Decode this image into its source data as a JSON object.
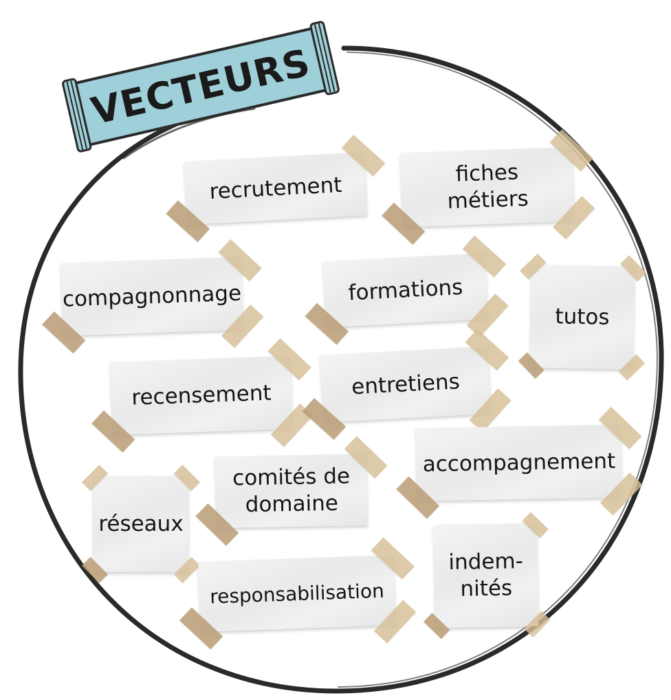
{
  "title": "VECTEURS",
  "notes": [
    {
      "id": "recrutement",
      "text": "recrutement"
    },
    {
      "id": "fiches-metiers",
      "text": "fiches\nmétiers"
    },
    {
      "id": "compagnonnage",
      "text": "compagnonnage"
    },
    {
      "id": "formations",
      "text": "formations"
    },
    {
      "id": "tutos",
      "text": "tutos"
    },
    {
      "id": "recensement",
      "text": "recensement"
    },
    {
      "id": "entretiens",
      "text": "entretiens"
    },
    {
      "id": "comites-de-domaine",
      "text": "comités de\ndomaine"
    },
    {
      "id": "accompagnement",
      "text": "accompagnement"
    },
    {
      "id": "reseaux",
      "text": "réseaux"
    },
    {
      "id": "responsabilisation",
      "text": "responsabilisation"
    },
    {
      "id": "indemnites",
      "text": "indem-\nnités"
    }
  ],
  "colors": {
    "banner": "#9fd0da",
    "outline": "#2a2a2a",
    "tape": "#d6be96",
    "note": "#eeeeee"
  }
}
